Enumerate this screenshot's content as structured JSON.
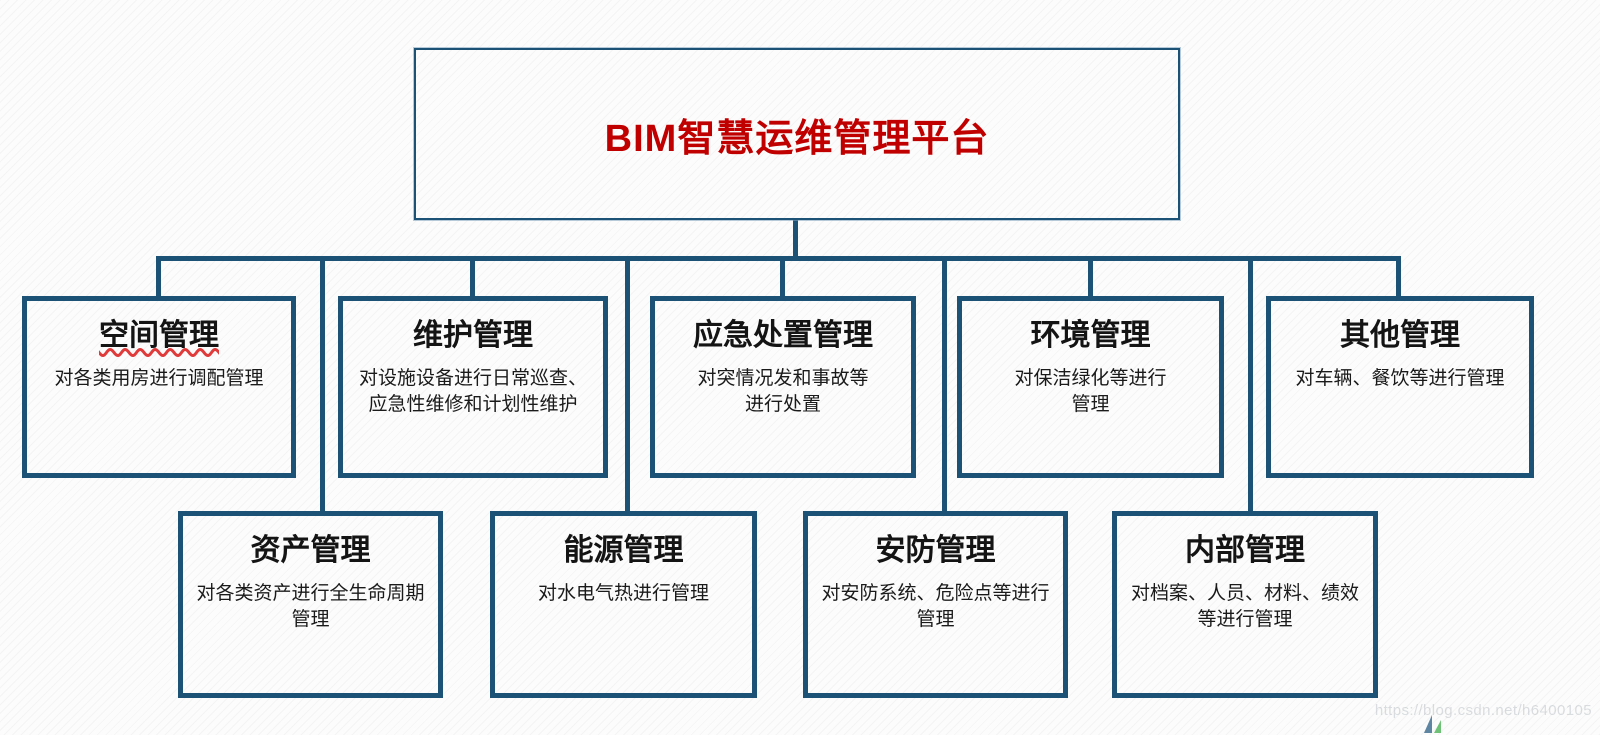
{
  "diagram": {
    "root": {
      "title": "BIM智慧运维管理平台"
    },
    "row1": [
      {
        "title": "空间管理",
        "desc": "对各类用房进行调配管理"
      },
      {
        "title": "维护管理",
        "desc": "对设施设备进行日常巡查、应急性维修和计划性维护"
      },
      {
        "title": "应急处置管理",
        "desc": "对突情况发和事故等\n进行处置"
      },
      {
        "title": "环境管理",
        "desc": "对保洁绿化等进行\n管理"
      },
      {
        "title": "其他管理",
        "desc": "对车辆、餐饮等进行管理"
      }
    ],
    "row2": [
      {
        "title": "资产管理",
        "desc": "对各类资产进行全生命周期管理"
      },
      {
        "title": "能源管理",
        "desc": "对水电气热进行管理"
      },
      {
        "title": "安防管理",
        "desc": "对安防系统、危险点等进行管理"
      },
      {
        "title": "内部管理",
        "desc": "对档案、人员、材料、绩效等进行管理"
      }
    ],
    "colors": {
      "border": "#1d5277",
      "root_title": "#c00000",
      "connector": "#1d5277",
      "background": "#fcfcfc"
    }
  },
  "watermark": {
    "text": "https://blog.csdn.net/h6400105",
    "logo": "csdn-logo-icon"
  }
}
